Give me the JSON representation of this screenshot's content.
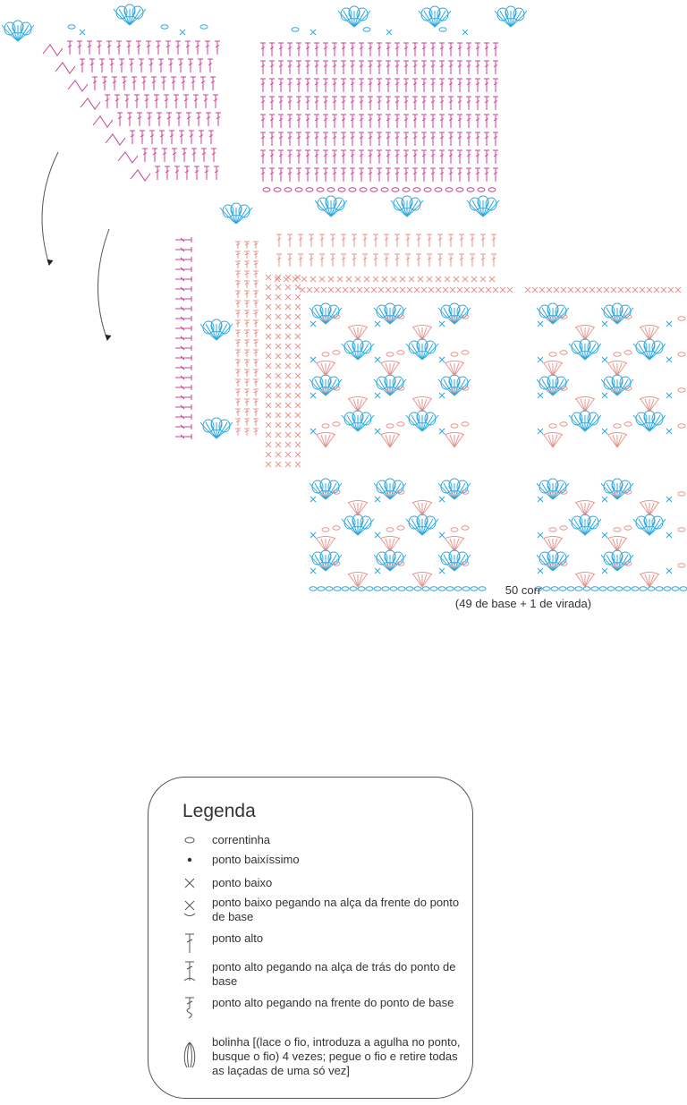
{
  "palette": {
    "magenta": "#c8418f",
    "pink": "#e8948c",
    "cyan": "#2fa8e0",
    "grey": "#555555"
  },
  "footer": {
    "count": "50 corr",
    "count_detail": "(49 de base + 1 de virada)"
  },
  "legend": {
    "title": "Legenda",
    "items": [
      {
        "icon": "chain-stitch-icon",
        "label": "correntinha"
      },
      {
        "icon": "slip-stitch-icon",
        "label": "ponto baixíssimo"
      },
      {
        "icon": "single-crochet-icon",
        "label": "ponto baixo"
      },
      {
        "icon": "single-crochet-front-loop-icon",
        "label": "ponto baixo pegando na alça da frente do ponto de base"
      },
      {
        "icon": "double-crochet-icon",
        "label": "ponto alto"
      },
      {
        "icon": "double-crochet-back-loop-icon",
        "label": "ponto alto pegando na alça de trás do ponto de base"
      },
      {
        "icon": "front-post-double-crochet-icon",
        "label": "ponto alto pegando na frente do ponto de base"
      },
      {
        "icon": "bobble-stitch-icon",
        "label": "bolinha [(lace o fio, introduza a agulha no ponto, busque o fio) 4 vezes; pegue o fio e retire todas as laçadas de uma só vez]"
      }
    ]
  }
}
